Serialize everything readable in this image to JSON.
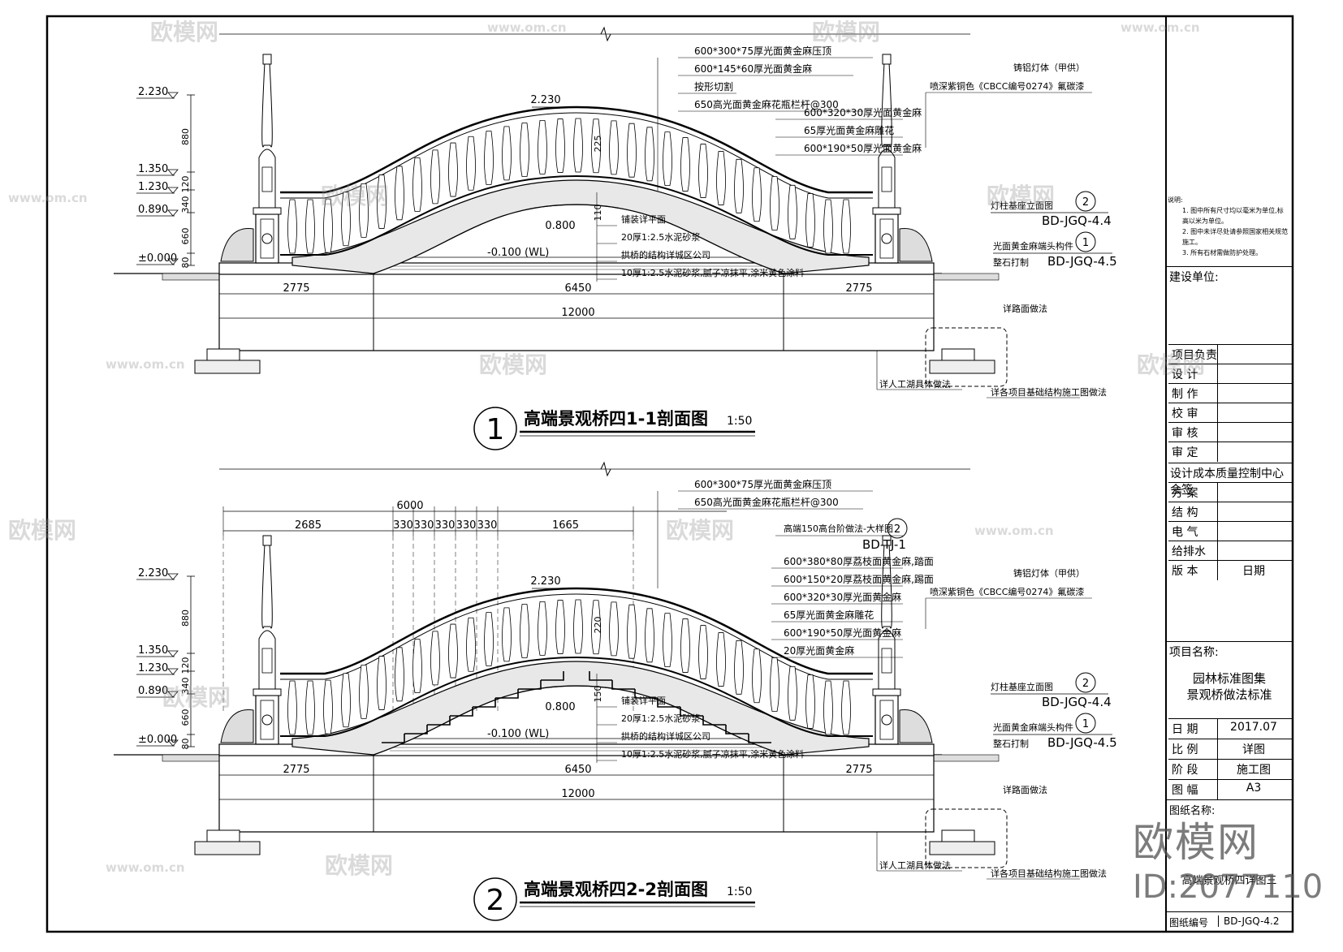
{
  "section1": {
    "number": "1",
    "title": "高端景观桥四1-1剖面图",
    "scale": "1:50",
    "elev_labels": [
      "2.230",
      "1.350",
      "1.230",
      "0.890",
      "±0.000"
    ],
    "top_elev": "2.230",
    "bottom_elev": "0.800",
    "water_level": "-0.100 (WL)",
    "dim_vertical": [
      "880",
      "120",
      "340",
      "660",
      "80"
    ],
    "dim_arch": [
      "225",
      "110"
    ],
    "dim_spans": [
      "2775",
      "6450",
      "2775"
    ],
    "dim_total": "12000",
    "callouts_top": [
      "600*300*75厚光面黄金麻压顶",
      "600*145*60厚光面黄金麻",
      "按形切割",
      "650高光面黄金麻花瓶栏杆@300",
      "600*320*30厚光面黄金麻",
      "65厚光面黄金麻雕花",
      "600*190*50厚光面黄金麻"
    ],
    "callouts_mid": [
      "铺装详平面",
      "20厚1:2.5水泥砂浆",
      "拱桥的结构详城区公司",
      "10厚1:2.5水泥砂浆,腻子凉抹平,涂米黄色涂料"
    ],
    "right_notes": [
      "铸铝灯体（甲供）",
      "喷深紫铜色《CBCC编号0274》氟碳漆"
    ],
    "ref1_label": "灯柱基座立面图",
    "ref1_num": "2",
    "ref1_code": "BD-JGQ-4.4",
    "ref2_label": "光面黄金麻端头构件",
    "ref2_num": "1",
    "ref2_code": "BD-JGQ-4.5",
    "ref3": "整石打制",
    "ref4": "详路面做法",
    "bottom_notes": [
      "详人工湖具体做法",
      "详各项目基础结构施工图做法"
    ]
  },
  "section2": {
    "number": "2",
    "title": "高端景观桥四2-2剖面图",
    "scale": "1:50",
    "dim_top_total": "6000",
    "dim_top_row": [
      "2685",
      "330",
      "330",
      "330",
      "330",
      "330",
      "1665"
    ],
    "elev_labels": [
      "2.230",
      "1.350",
      "1.230",
      "0.890",
      "±0.000"
    ],
    "top_elev": "2.230",
    "bottom_elev": "0.800",
    "water_level": "-0.100 (WL)",
    "dim_vertical": [
      "880",
      "120",
      "340",
      "660",
      "80"
    ],
    "dim_arch": [
      "220",
      "150"
    ],
    "dim_spans": [
      "2775",
      "6450",
      "2775"
    ],
    "dim_total": "12000",
    "callouts_top": [
      "600*300*75厚光面黄金麻压顶",
      "650高光面黄金麻花瓶栏杆@300",
      "高端150高台阶做法-大样图",
      "600*380*80厚荔枝面黄金麻,踏面",
      "600*150*20厚荔枝面黄金麻,踢面",
      "600*320*30厚光面黄金麻",
      "65厚光面黄金麻雕花",
      "600*190*50厚光面黄金麻",
      "20厚光面黄金麻"
    ],
    "step_ref_num": "2",
    "step_ref_code": "BD-TJ-1",
    "callouts_mid": [
      "铺装详平面",
      "20厚1:2.5水泥砂浆",
      "拱桥的结构详城区公司",
      "10厚1:2.5水泥砂浆,腻子凉抹平,涂米黄色涂料"
    ],
    "right_notes": [
      "铸铝灯体（甲供）",
      "喷深紫铜色《CBCC编号0274》氟碳漆"
    ],
    "ref1_label": "灯柱基座立面图",
    "ref1_num": "2",
    "ref1_code": "BD-JGQ-4.4",
    "ref2_label": "光面黄金麻端头构件",
    "ref2_num": "1",
    "ref2_code": "BD-JGQ-4.5",
    "ref3": "整石打制",
    "ref4": "详路面做法",
    "bottom_notes": [
      "详人工湖具体做法",
      "详各项目基础结构施工图做法"
    ]
  },
  "titleblock": {
    "notes_head": "说明:",
    "notes": [
      "1. 图中所有尺寸均以毫米为单位,标高以米为单位。",
      "2. 图中未详尽处请参照国家相关规范施工。",
      "3. 所有石材需做防护处理。"
    ],
    "client_label": "建设单位:",
    "rows_a": [
      {
        "label": "项目负责",
        "value": ""
      },
      {
        "label": "设  计",
        "value": ""
      },
      {
        "label": "制  作",
        "value": ""
      },
      {
        "label": "校  审",
        "value": ""
      },
      {
        "label": "审  核",
        "value": ""
      },
      {
        "label": "审  定",
        "value": ""
      }
    ],
    "sign_header": "设计成本质量控制中心会签",
    "rows_b": [
      {
        "label": "方  案",
        "value": ""
      },
      {
        "label": "结  构",
        "value": ""
      },
      {
        "label": "电  气",
        "value": ""
      },
      {
        "label": "给排水",
        "value": ""
      },
      {
        "label": "版  本",
        "value": "日期"
      }
    ],
    "project_label": "项目名称:",
    "project_name_1": "园林标准图集",
    "project_name_2": "景观桥做法标准",
    "rows_c": [
      {
        "label": "日  期",
        "value": "2017.07"
      },
      {
        "label": "比  例",
        "value": "详图"
      },
      {
        "label": "阶  段",
        "value": "施工图"
      },
      {
        "label": "图  幅",
        "value": "A3"
      }
    ],
    "drawing_name_label": "图纸名称:",
    "drawing_name": "高端景观桥四详图三",
    "drawing_no_label": "图纸编号",
    "drawing_no": "BD-JGQ-4.2"
  },
  "watermark": {
    "brand": "欧模网",
    "site": "www.om.cn",
    "big_brand": "欧模网",
    "id": "ID:2077110"
  }
}
